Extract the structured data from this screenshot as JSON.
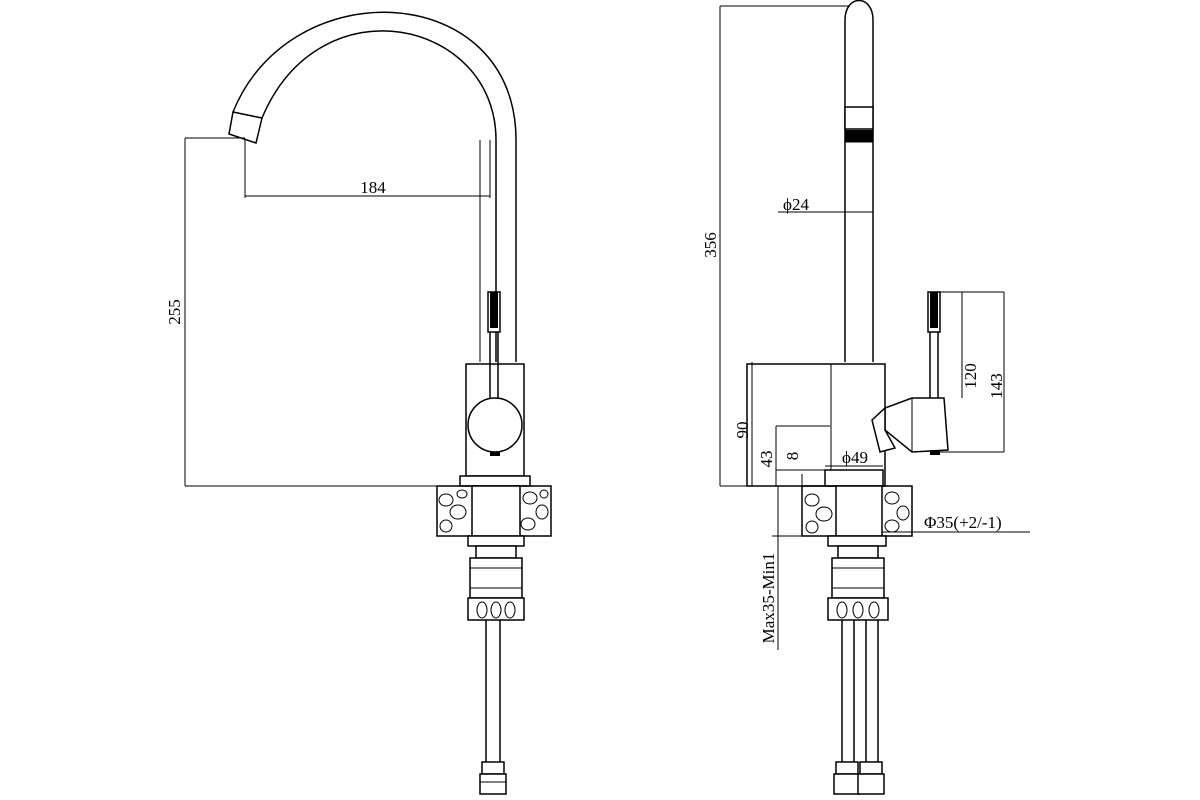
{
  "drawing": {
    "front_view": {
      "dimensions": {
        "spout_reach": "184",
        "spout_height": "255"
      }
    },
    "side_view": {
      "dimensions": {
        "total_height": "356",
        "spout_diameter": "ϕ24",
        "handle_height": "120",
        "handle_total": "143",
        "body_height": "90",
        "body_lower": "43",
        "base_height": "8",
        "base_diameter": "ϕ49",
        "hole_diameter": "Φ35(+2/-1)",
        "countertop_thickness": "Max35-Min1"
      }
    }
  }
}
